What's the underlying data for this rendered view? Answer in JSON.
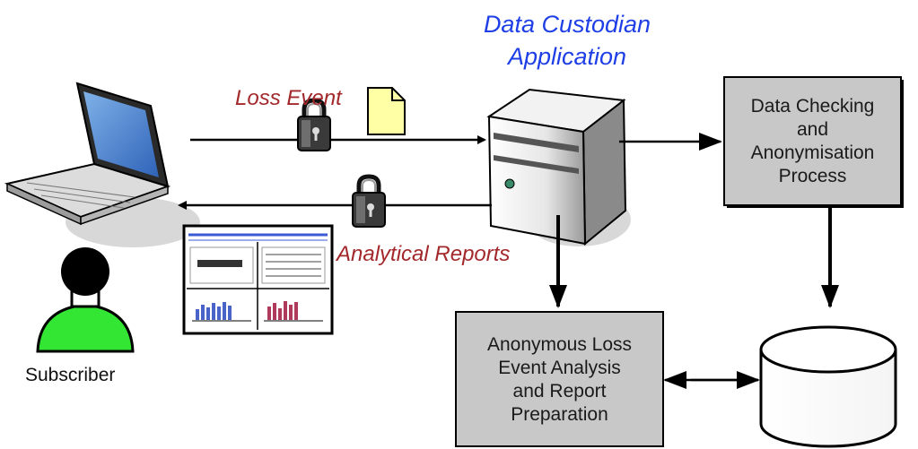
{
  "title": {
    "line1": "Data Custodian",
    "line2": "Application"
  },
  "flows": {
    "loss_event": "Loss Event",
    "analytical_reports": "Analytical Reports"
  },
  "boxes": {
    "data_checking": [
      "Data Checking",
      "and",
      "Anonymisation",
      "Process"
    ],
    "analysis": [
      "Anonymous Loss",
      "Event Analysis",
      "and Report",
      "Preparation"
    ]
  },
  "actors": {
    "subscriber": "Subscriber"
  },
  "colors": {
    "title": "#1f3fe6",
    "flow_label": "#a3282b",
    "process_box": "#c8c8c8",
    "subscriber": "#33e633",
    "document": "#ffffa6"
  },
  "icons": [
    "laptop-icon",
    "server-icon",
    "padlock-icon",
    "document-icon",
    "report-icon",
    "database-icon",
    "person-icon"
  ]
}
